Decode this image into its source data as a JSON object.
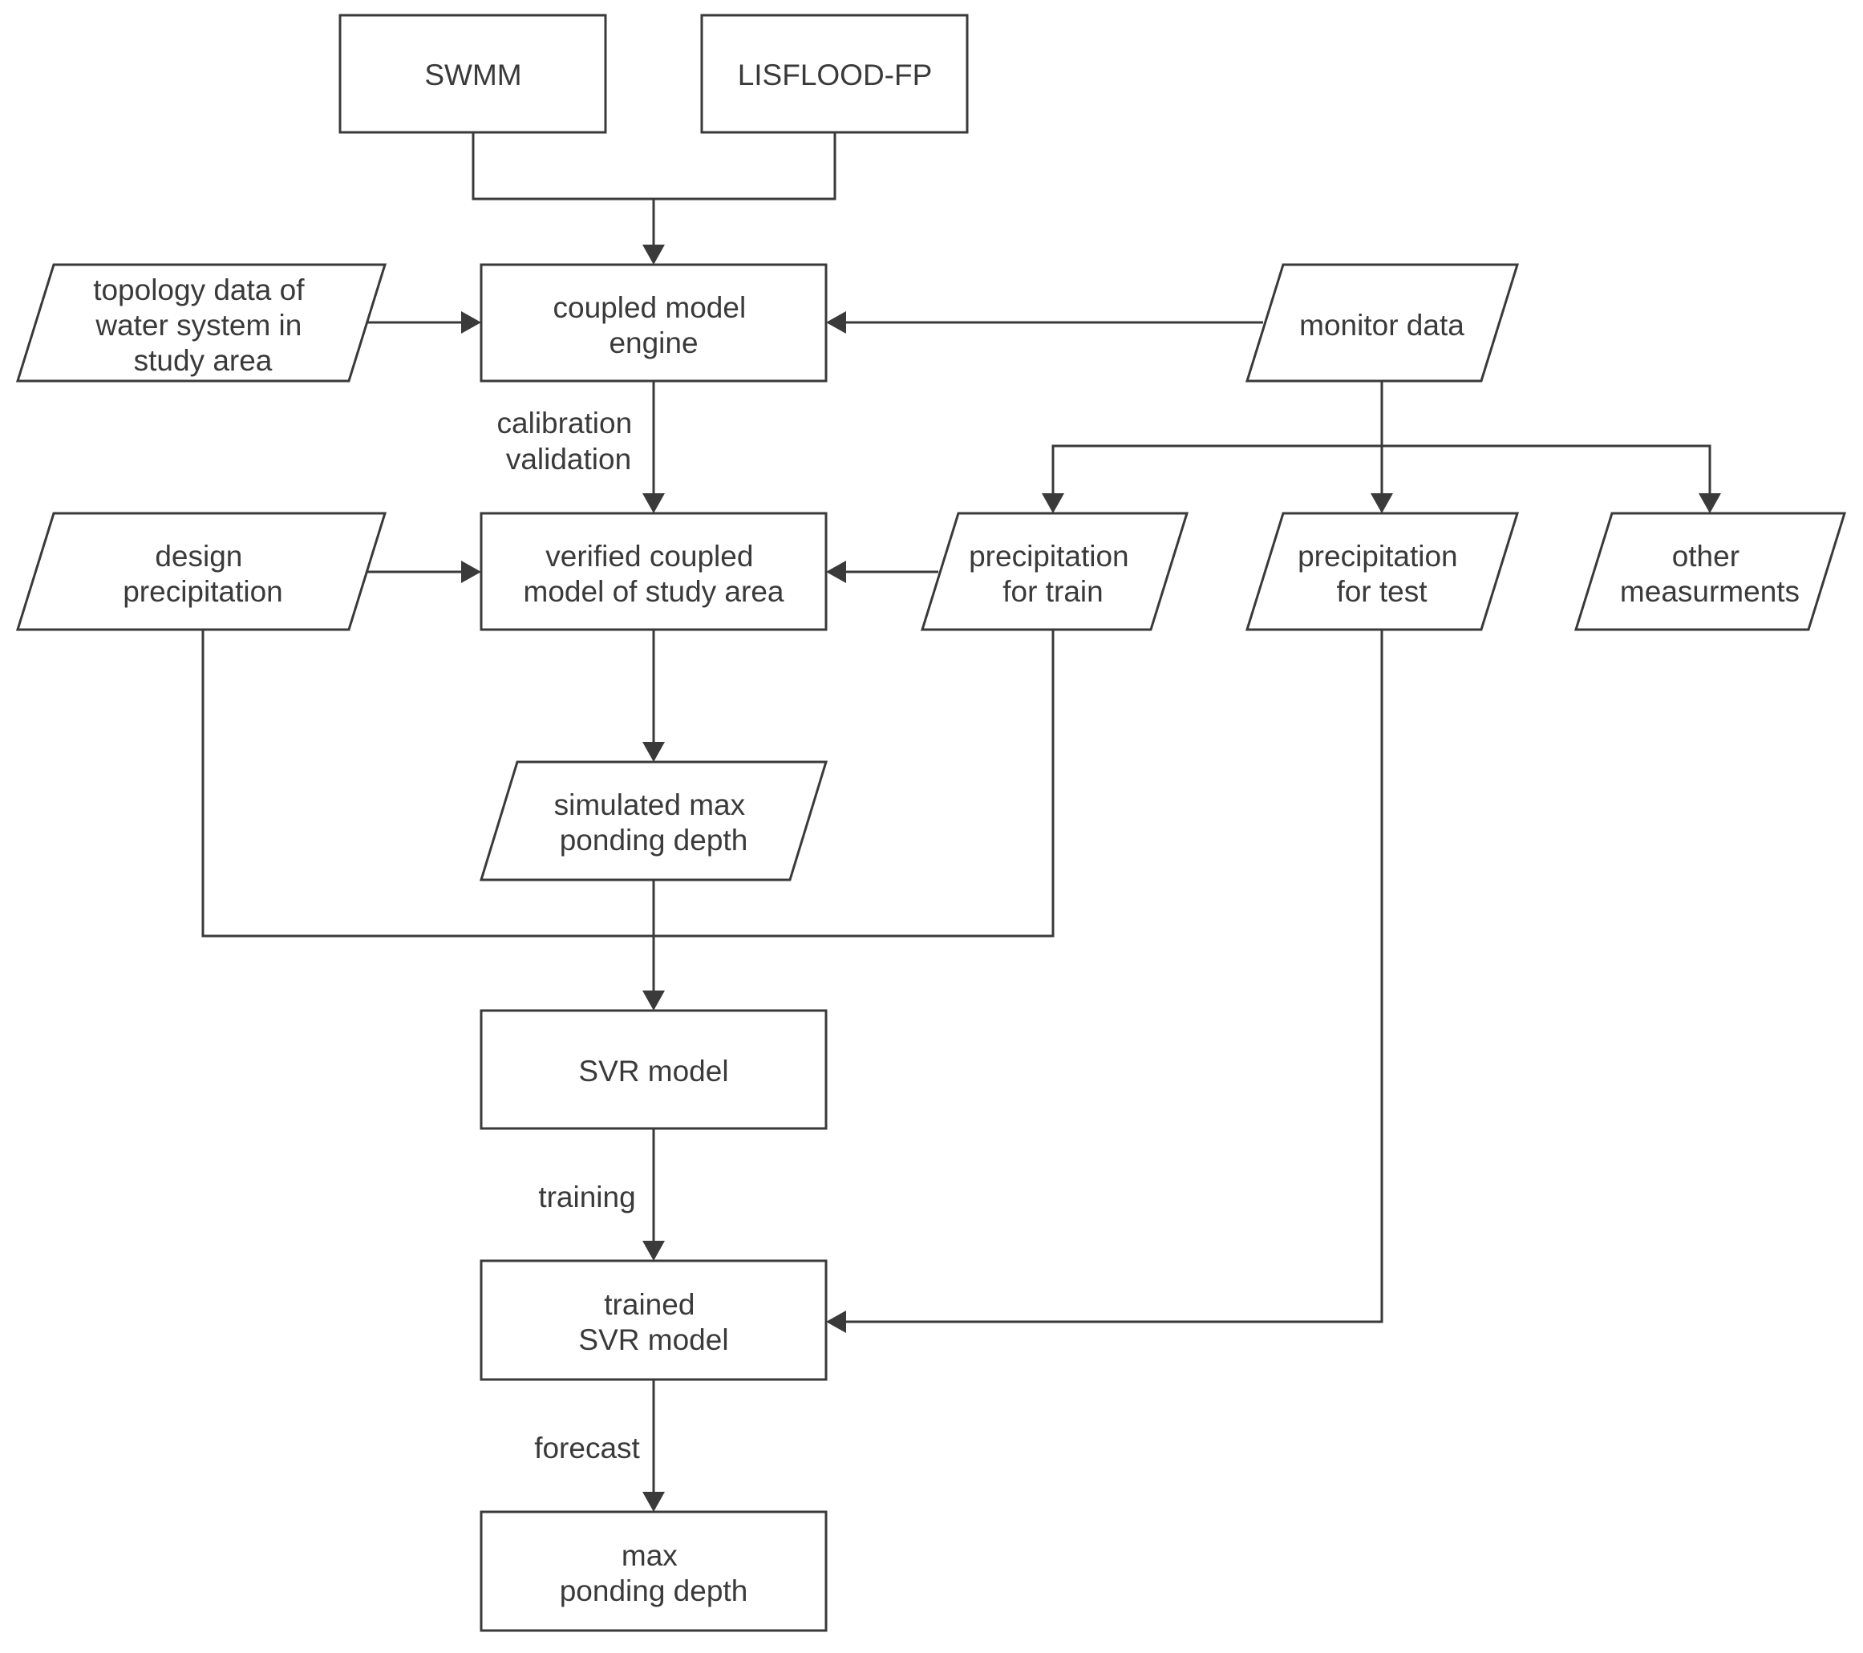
{
  "nodes": {
    "swmm": {
      "lines": [
        "SWMM"
      ]
    },
    "lisflood": {
      "lines": [
        "LISFLOOD-FP"
      ]
    },
    "topology": {
      "lines": [
        "topology data of",
        "water system in",
        "study area"
      ]
    },
    "coupled_engine": {
      "lines": [
        "coupled model",
        "engine"
      ]
    },
    "monitor": {
      "lines": [
        "monitor data"
      ]
    },
    "design_precip": {
      "lines": [
        "design",
        "precipitation"
      ]
    },
    "verified_model": {
      "lines": [
        "verified coupled",
        "model of study area"
      ]
    },
    "precip_train": {
      "lines": [
        "precipitation",
        "for train"
      ]
    },
    "precip_test": {
      "lines": [
        "precipitation",
        "for test"
      ]
    },
    "other_meas": {
      "lines": [
        "other",
        "measurments"
      ]
    },
    "sim_depth": {
      "lines": [
        "simulated max",
        "ponding depth"
      ]
    },
    "svr_model": {
      "lines": [
        "SVR model"
      ]
    },
    "trained_svr": {
      "lines": [
        "trained",
        "SVR model"
      ]
    },
    "max_depth": {
      "lines": [
        "max",
        "ponding depth"
      ]
    }
  },
  "edge_labels": {
    "calibration": [
      "calibration",
      "validation"
    ],
    "training": [
      "training"
    ],
    "forecast": [
      "forecast"
    ]
  }
}
